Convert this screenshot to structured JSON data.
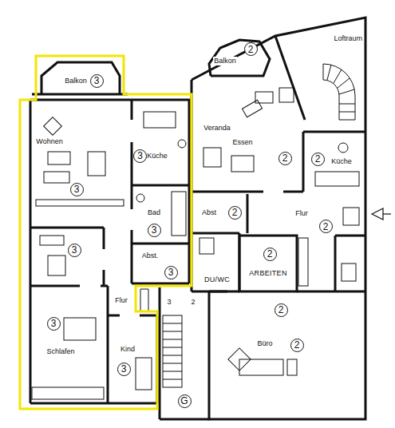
{
  "diagram": {
    "nodes": [
      {
        "text": [
          "Balkon",
          "3"
        ]
      },
      {
        "text": [
          "Wohnen",
          "3"
        ]
      },
      {
        "text": [
          "Küche",
          "3"
        ]
      },
      {
        "text": [
          "Bad",
          "3"
        ]
      },
      {
        "text": [
          "Abst.",
          "3"
        ]
      },
      {
        "text": [
          "3"
        ]
      },
      {
        "text": [
          "Flur"
        ]
      },
      {
        "text": [
          "3",
          "Schlafen"
        ]
      },
      {
        "text": [
          "Kind",
          "3"
        ]
      },
      {
        "text": [
          "Balkon",
          "2"
        ]
      },
      {
        "text": [
          "Loftraum"
        ]
      },
      {
        "text": [
          "Veranda",
          "Essen",
          "2"
        ]
      },
      {
        "text": [
          "Küche",
          "2"
        ]
      },
      {
        "text": [
          "Abst",
          "2"
        ]
      },
      {
        "text": [
          "Flur",
          "2"
        ]
      },
      {
        "text": [
          "DU/WC"
        ]
      },
      {
        "text": [
          "2",
          "ARBEITEN"
        ]
      },
      {
        "text": [
          "2",
          "Büro",
          "2"
        ]
      }
    ],
    "labels": [
      "3",
      "2",
      "G"
    ]
  }
}
